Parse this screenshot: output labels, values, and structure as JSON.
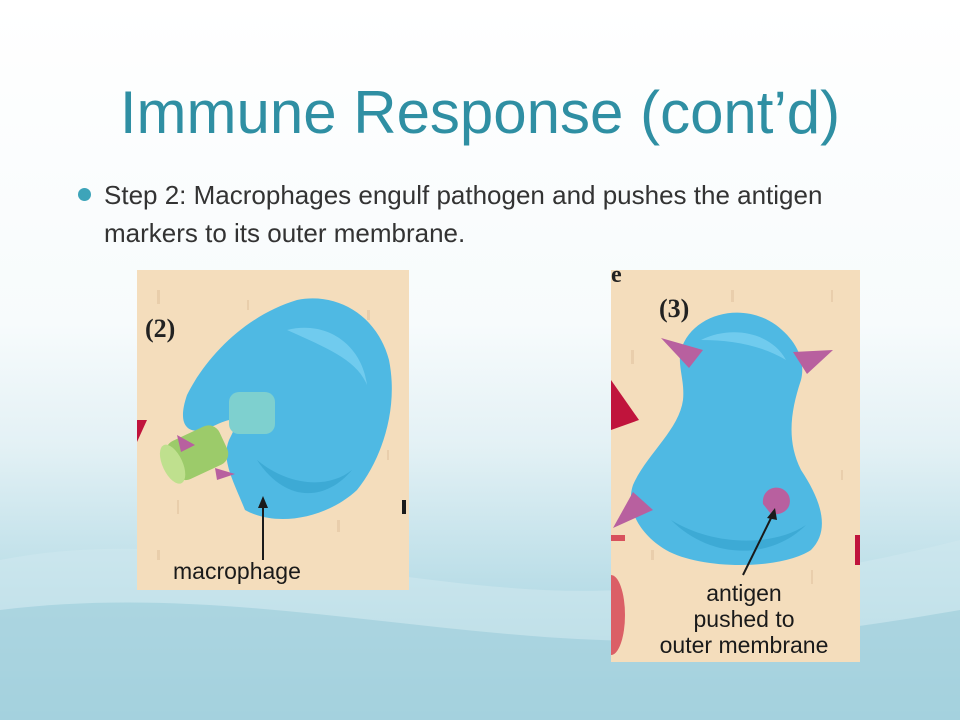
{
  "slide": {
    "title": "Immune Response (cont’d)",
    "bullets": [
      {
        "text": "Step 2: Macrophages engulf pathogen and pushes the antigen markers to its outer membrane."
      }
    ]
  },
  "figure_left": {
    "step_number": "(2)",
    "label": "macrophage"
  },
  "figure_right": {
    "edge_text": "e",
    "step_number": "(3)",
    "label_lines": [
      "antigen",
      "pushed to",
      "outer membrane"
    ]
  },
  "colors": {
    "title": "#2f8fa3",
    "bullet": "#3da4b9",
    "macrophage": "#4fb9e3",
    "antigen": "#b8609f",
    "pathogen": "#9ccb6a",
    "background_tissue": "#f4ddbc"
  }
}
